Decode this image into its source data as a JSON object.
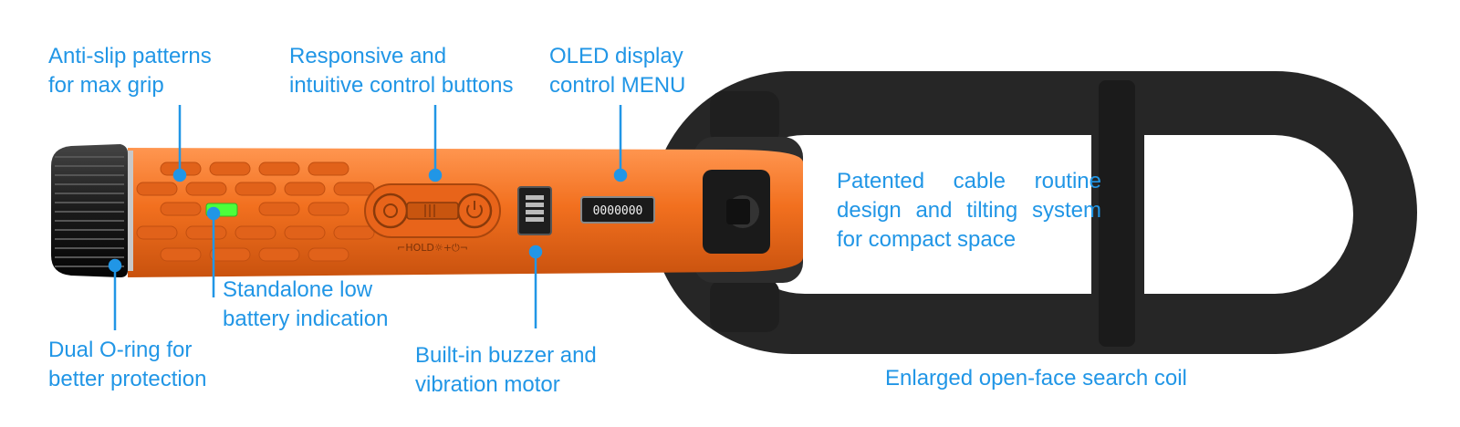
{
  "colors": {
    "accent": "#2196e6",
    "housing": "#f2701f",
    "coil": "#262626",
    "led": "#4cff3a"
  },
  "product": {
    "oled_readout": "0000000",
    "button_legend": "⌐HOLD☼+⏻¬"
  },
  "labels": {
    "anti_slip": [
      "Anti-slip patterns",
      "for max grip"
    ],
    "control_buttons": [
      "Responsive and",
      "intuitive control buttons"
    ],
    "oled": [
      "OLED display",
      "control MENU"
    ],
    "cable_routine": [
      "Patented cable routine",
      "design and tilting system",
      "for compact space"
    ],
    "low_battery": [
      "Standalone low",
      "battery indication"
    ],
    "o_ring": [
      "Dual O-ring for",
      "better protection"
    ],
    "buzzer": [
      "Built-in buzzer and",
      "vibration motor"
    ],
    "search_coil": "Enlarged open-face search coil"
  },
  "icons": [
    "gear-icon",
    "power-icon",
    "battery-icon"
  ]
}
